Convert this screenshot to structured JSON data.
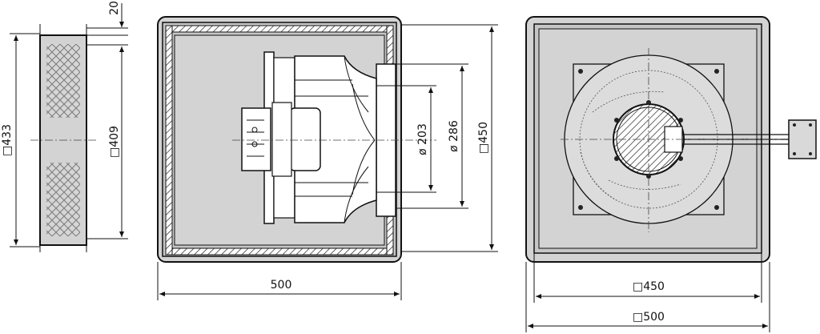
{
  "dimensions": {
    "side_view": {
      "total_height": "□433",
      "inner_height": "□409",
      "flange_offset": "20"
    },
    "front_section": {
      "depth": "500",
      "fan_diameter_inner": "ø 203",
      "fan_diameter_outer": "ø 286",
      "height": "□450"
    },
    "rear_view": {
      "inner_width": "□450",
      "outer_width": "□500"
    }
  },
  "colors": {
    "panel_fill": "#d3d3d3",
    "frame_fill": "#c6c6c6",
    "line": "#111111"
  }
}
